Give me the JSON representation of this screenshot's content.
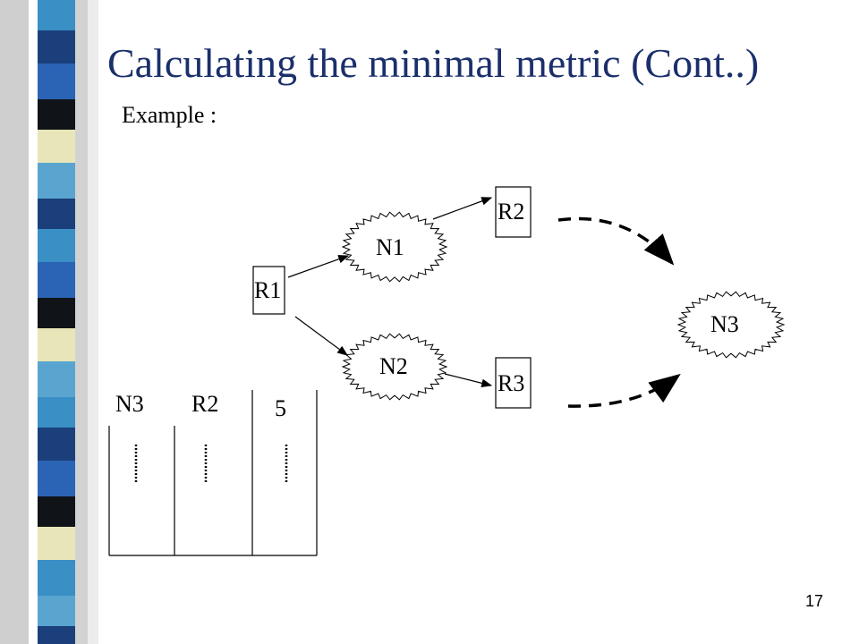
{
  "slide": {
    "title": "Calculating the minimal metric (Cont..)",
    "subtitle": "Example :",
    "page_number": "17"
  },
  "diagram": {
    "routers": {
      "r1": "R1",
      "r2": "R2",
      "r3": "R3"
    },
    "networks": {
      "n1": "N1",
      "n2": "N2",
      "n3": "N3"
    },
    "table": {
      "destination": "N3",
      "next_hop": "R2",
      "metric": "5"
    }
  },
  "colors": {
    "title": "#1b2f6b",
    "strip": [
      "#3a8fc4",
      "#1a3f7a",
      "#101418",
      "#e8e6b8",
      "#59a5cf",
      "#2b64b5"
    ]
  }
}
